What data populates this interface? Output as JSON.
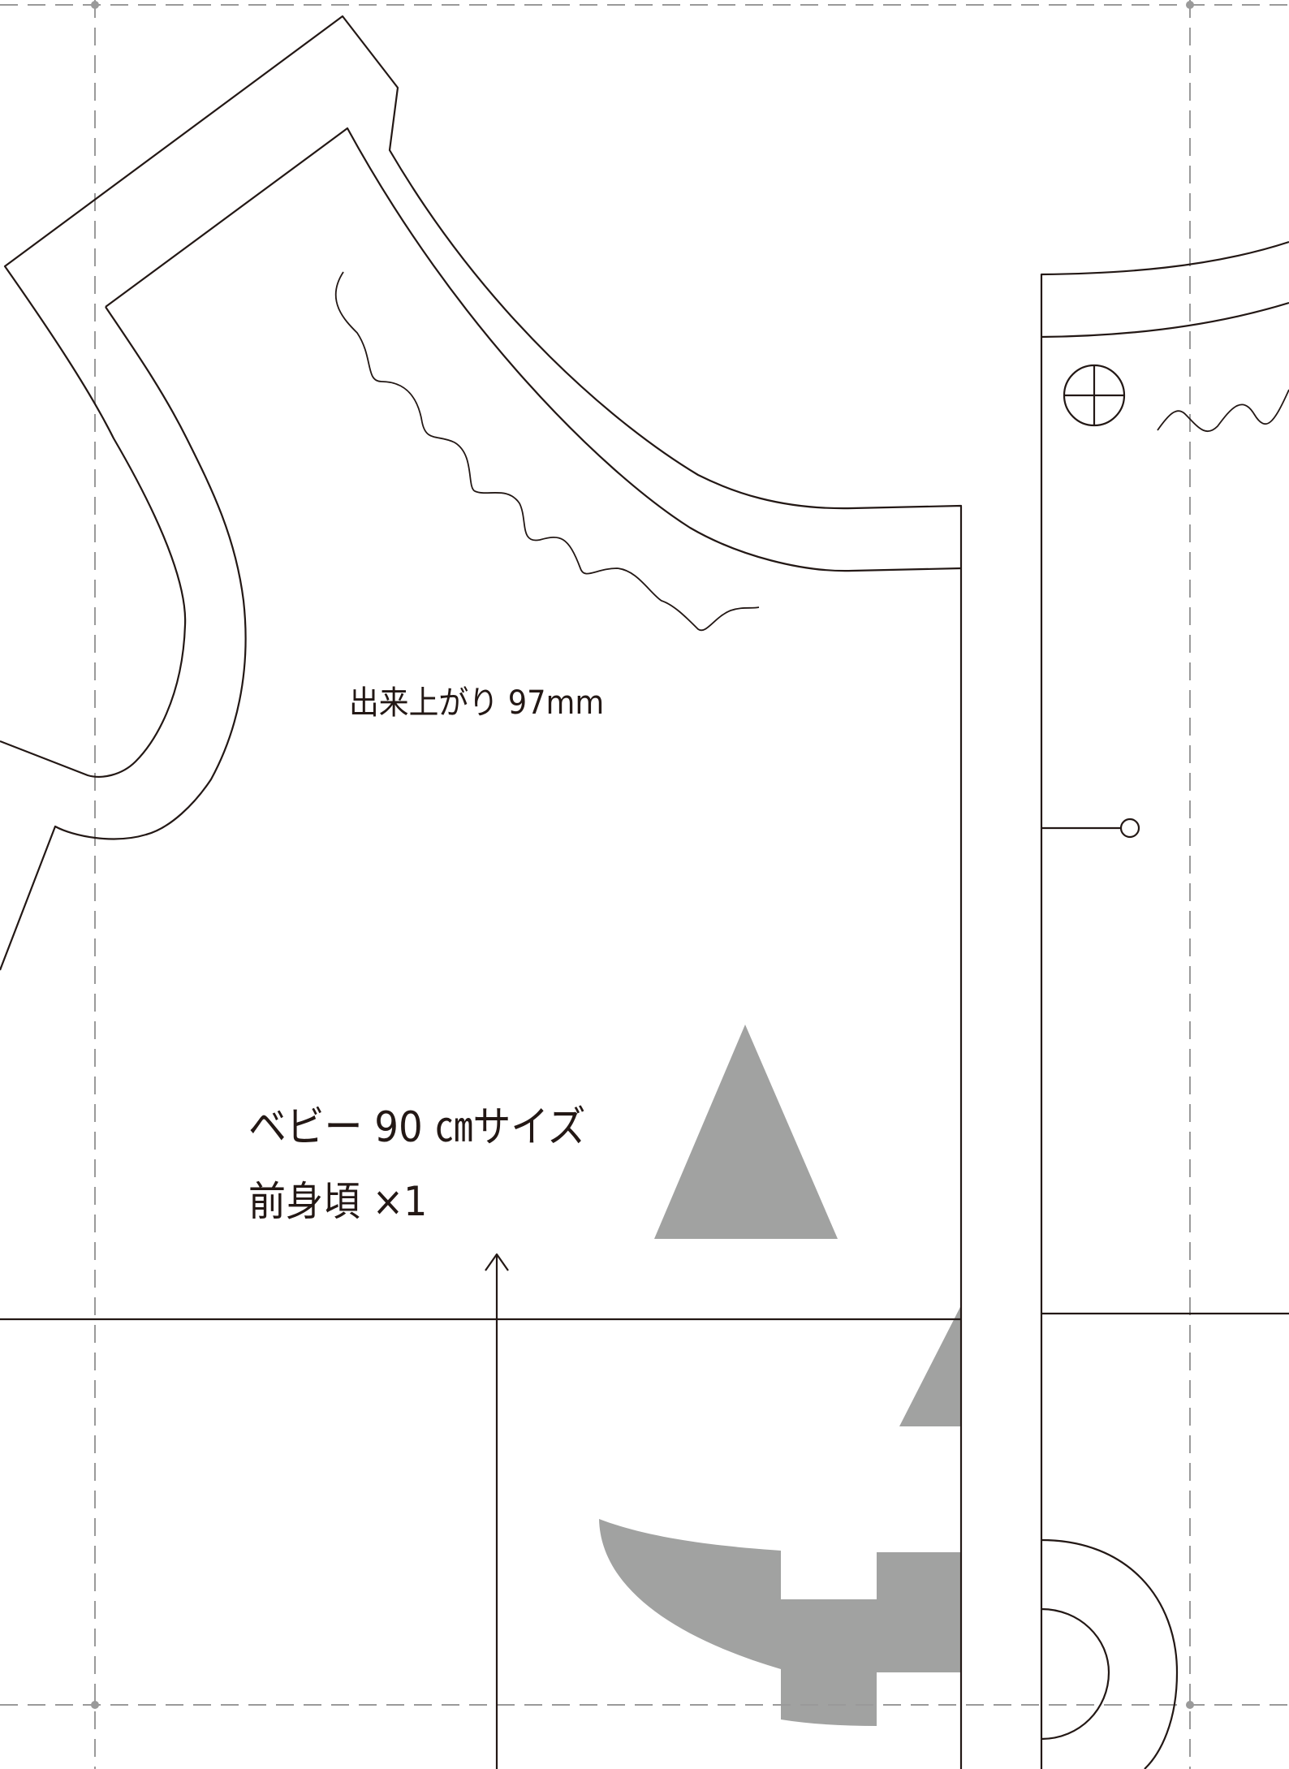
{
  "pattern_sheet": {
    "finished_size_label": "出来上がり 97mm",
    "size_label": "ベビー 90 ㎝サイズ",
    "piece_label": "前身頃 ×1"
  },
  "colors": {
    "line": "#231815",
    "fill_gray": "#a1a2a1",
    "dash": "#9a9a9a"
  }
}
